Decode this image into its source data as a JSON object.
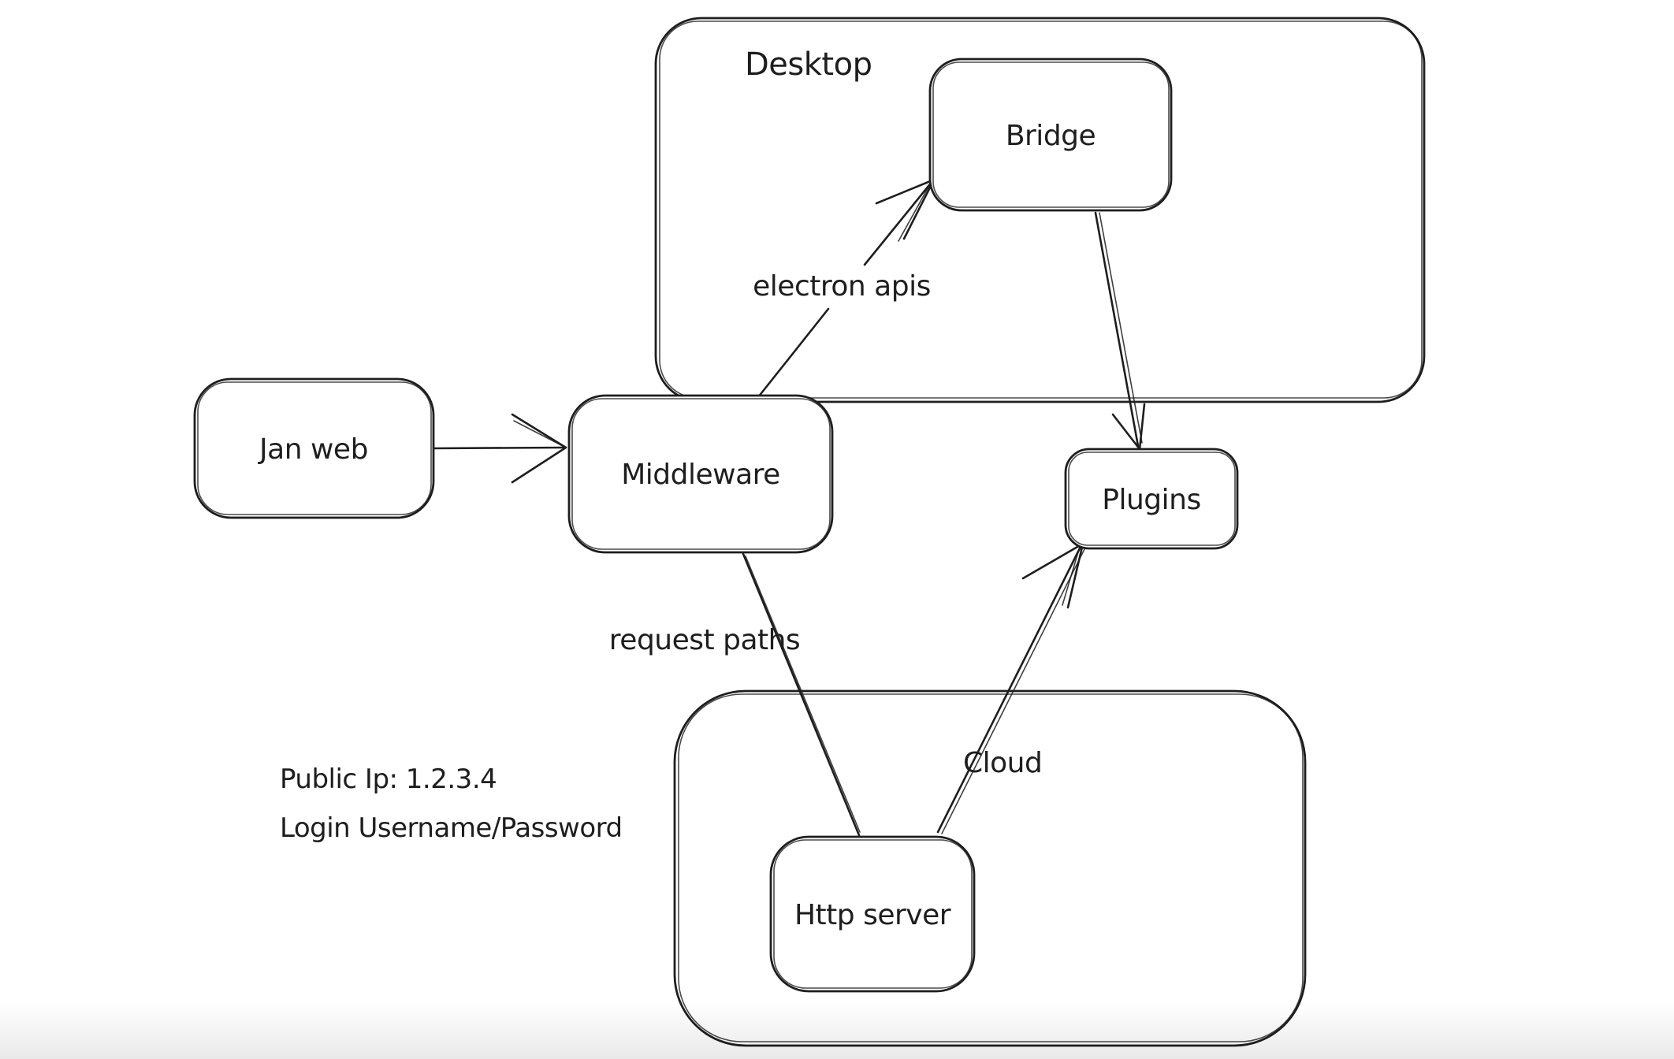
{
  "app": {
    "background_color": "#ffffff",
    "stroke_color": "#1e1e1e"
  },
  "diagram": {
    "containers": [
      {
        "id": "desktop",
        "label": "Desktop"
      },
      {
        "id": "cloud",
        "label": "Cloud"
      }
    ],
    "nodes": [
      {
        "id": "jan-web",
        "label": "Jan web"
      },
      {
        "id": "middleware",
        "label": "Middleware"
      },
      {
        "id": "bridge",
        "label": "Bridge"
      },
      {
        "id": "plugins",
        "label": "Plugins"
      },
      {
        "id": "http-server",
        "label": "Http server"
      }
    ],
    "edges": [
      {
        "id": "janweb-to-middleware",
        "from": "Jan web",
        "to": "Middleware",
        "type": "arrow",
        "label": ""
      },
      {
        "id": "middleware-to-bridge",
        "from": "Middleware",
        "to": "Bridge",
        "type": "arrow",
        "label": "electron apis"
      },
      {
        "id": "bridge-to-plugins",
        "from": "Bridge",
        "to": "Plugins",
        "type": "arrow",
        "label": ""
      },
      {
        "id": "middleware-to-httpserver",
        "from": "Middleware",
        "to": "Http server",
        "type": "line",
        "label": "request paths"
      },
      {
        "id": "httpserver-to-plugins",
        "from": "Http server",
        "to": "Plugins",
        "type": "arrow",
        "label": ""
      }
    ],
    "annotation": {
      "line1": "Public Ip: 1.2.3.4",
      "line2": "Login Username/Password"
    }
  }
}
